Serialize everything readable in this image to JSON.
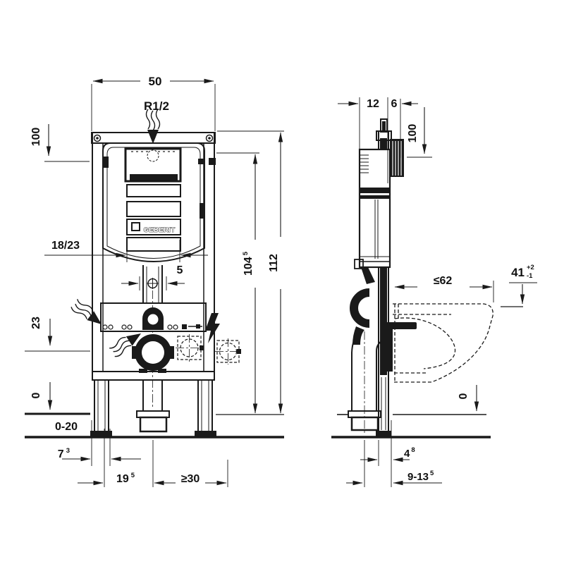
{
  "brand": "GEBERIT",
  "front": {
    "width": "50",
    "supply": "R1/2",
    "supply_height": "100",
    "shaft_width": "18/23",
    "pipe_offset": "5",
    "outlet_height": "23",
    "zero": "0",
    "floor_buildup": "0-20",
    "front_depth": "7",
    "front_depth_sup": "3",
    "outlet_dist": "19",
    "outlet_dist_sup": "5",
    "anchor_dist": "≥30",
    "cistern_height": "104",
    "cistern_height_sup": "5",
    "total_height": "112"
  },
  "side": {
    "cistern_depth": "12",
    "rail_depth": "6",
    "supply_height": "100",
    "bowl_depth_max": "≤62",
    "rim_height": "41",
    "rim_tol_plus": "+2",
    "rim_tol_minus": "-1",
    "zero": "0",
    "rail_offset": "4",
    "rail_offset_sup": "8",
    "outlet_offset": "9-13",
    "outlet_offset_sup": "5"
  },
  "colors": {
    "line": "#1a1a1a",
    "background": "#ffffff"
  }
}
